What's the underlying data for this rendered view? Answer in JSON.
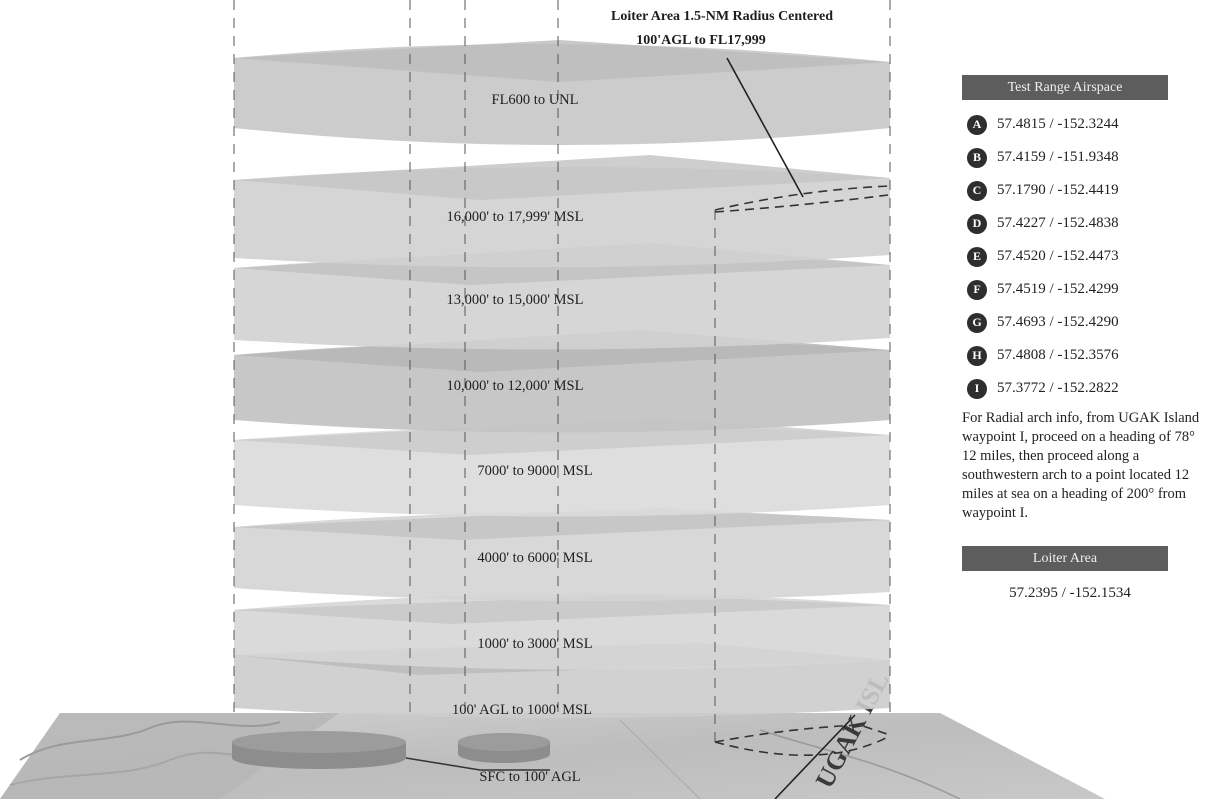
{
  "diagram": {
    "loiter_callout": [
      "Loiter Area 1.5-NM Radius Centered",
      "100'AGL to FL17,999"
    ],
    "layers": [
      "FL600 to UNL",
      "16,000' to 17,999' MSL",
      "13,000' to 15,000' MSL",
      "10,000' to 12,000' MSL",
      "7000' to 9000' MSL",
      "4000' to 6000' MSL",
      "1000' to 3000' MSL",
      "100' AGL to 1000' MSL",
      "SFC to 100' AGL"
    ],
    "map_text": "UGAK ISL"
  },
  "legend": {
    "title": "Test Range Airspace",
    "waypoints": [
      {
        "id": "A",
        "coords": "57.4815 / -152.3244"
      },
      {
        "id": "B",
        "coords": "57.4159 / -151.9348"
      },
      {
        "id": "C",
        "coords": "57.1790 / -152.4419"
      },
      {
        "id": "D",
        "coords": "57.4227 / -152.4838"
      },
      {
        "id": "E",
        "coords": "57.4520 / -152.4473"
      },
      {
        "id": "F",
        "coords": "57.4519 / -152.4299"
      },
      {
        "id": "G",
        "coords": "57.4693 / -152.4290"
      },
      {
        "id": "H",
        "coords": "57.4808 / -152.3576"
      },
      {
        "id": "I",
        "coords": "57.3772 / -152.2822"
      }
    ],
    "note": "For Radial arch info, from UGAK Island waypoint I, proceed on a heading of 78° 12 miles, then proceed along a southwestern arch to a point located 12 miles at sea on a heading of 200° from waypoint I.",
    "loiter_title": "Loiter Area",
    "loiter_coords": "57.2395 / -152.1534"
  },
  "colors": {
    "layer_light": "#d9d9d9",
    "layer_top": "#c7c7c7",
    "header_bg": "#5d5d5d",
    "badge": "#2e2e2e",
    "ground_cylinder": "#8f8f8f"
  }
}
